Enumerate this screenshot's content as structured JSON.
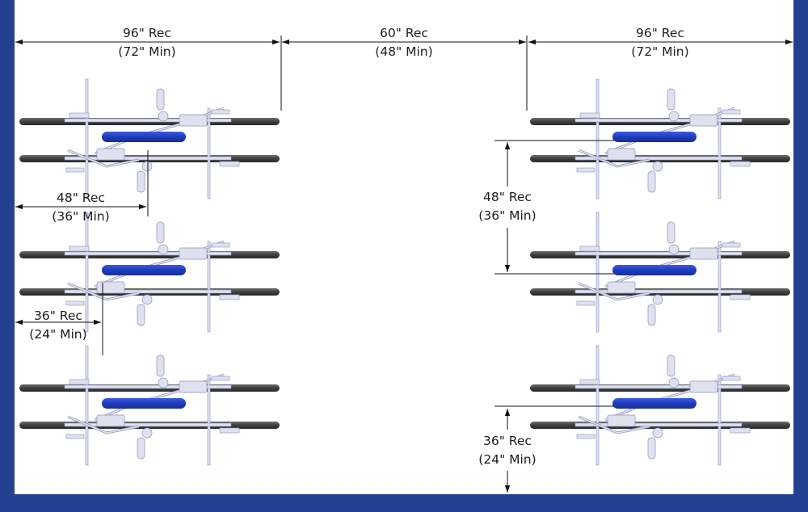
{
  "colors": {
    "frame": "#233f8f",
    "paper": "#ffffff",
    "rack": "#1e3ec4",
    "tire": "#4a4a4a",
    "bike_frame": "#dfe1ef",
    "dimension_line": "#111111"
  },
  "dimensions": {
    "left_row_width": {
      "rec": "96\" Rec",
      "min": "(72\" Min)"
    },
    "aisle_width": {
      "rec": "60\" Rec",
      "min": "(48\" Min)"
    },
    "right_row_width": {
      "rec": "96\" Rec",
      "min": "(72\" Min)"
    },
    "left_rack_spacing": {
      "rec": "48\" Rec",
      "min": "(36\" Min)"
    },
    "left_wall_clearance": {
      "rec": "36\" Rec",
      "min": "(24\" Min)"
    },
    "right_rack_spacing": {
      "rec": "48\" Rec",
      "min": "(36\" Min)"
    },
    "right_end_clearance": {
      "rec": "36\" Rec",
      "min": "(24\" Min)"
    }
  },
  "racks": {
    "left_column_count": 3,
    "right_column_count": 3,
    "bikes_per_rack": 2
  }
}
